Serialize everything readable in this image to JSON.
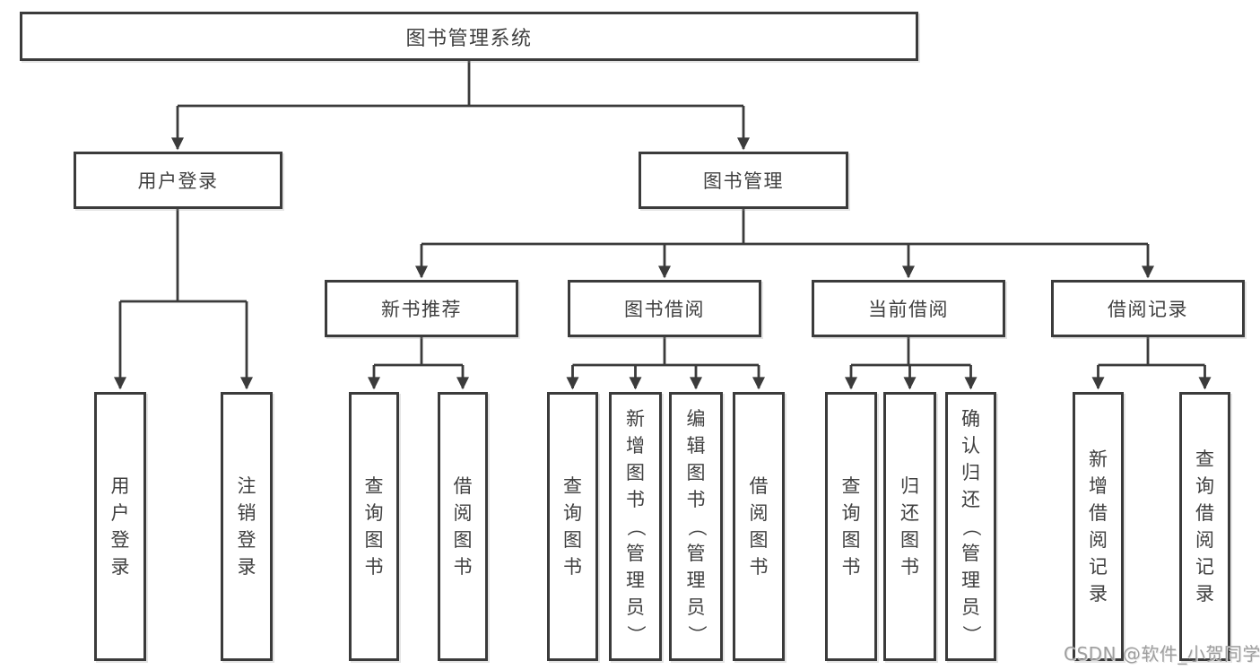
{
  "diagram": {
    "root": "图书管理系统",
    "branches": [
      {
        "label": "用户登录",
        "children": [
          "用户登录",
          "注销登录"
        ]
      },
      {
        "label": "图书管理",
        "sections": [
          {
            "label": "新书推荐",
            "children": [
              "查询图书",
              "借阅图书"
            ]
          },
          {
            "label": "图书借阅",
            "children": [
              "查询图书",
              "新增图书（管理员）",
              "编辑图书（管理员）",
              "借阅图书"
            ]
          },
          {
            "label": "当前借阅",
            "children": [
              "查询图书",
              "归还图书",
              "确认归还（管理员）"
            ]
          },
          {
            "label": "借阅记录",
            "children": [
              "新增借阅记录",
              "查询借阅记录"
            ]
          }
        ]
      }
    ]
  },
  "watermark": "CSDN @软件_小贺同学",
  "colors": {
    "line": "#3b3b3b",
    "box_border": "#3b3b3b",
    "text": "#404040",
    "watermark": "#9f9f9f",
    "background": "#ffffff"
  }
}
